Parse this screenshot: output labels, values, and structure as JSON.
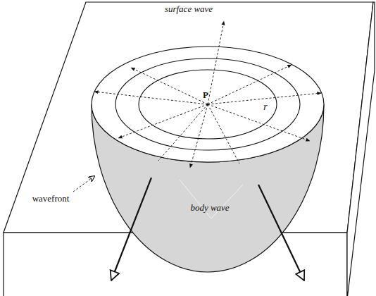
{
  "diagram": {
    "labels": [
      "surface wave",
      "P",
      "r",
      "wavefront",
      "body wave"
    ]
  }
}
